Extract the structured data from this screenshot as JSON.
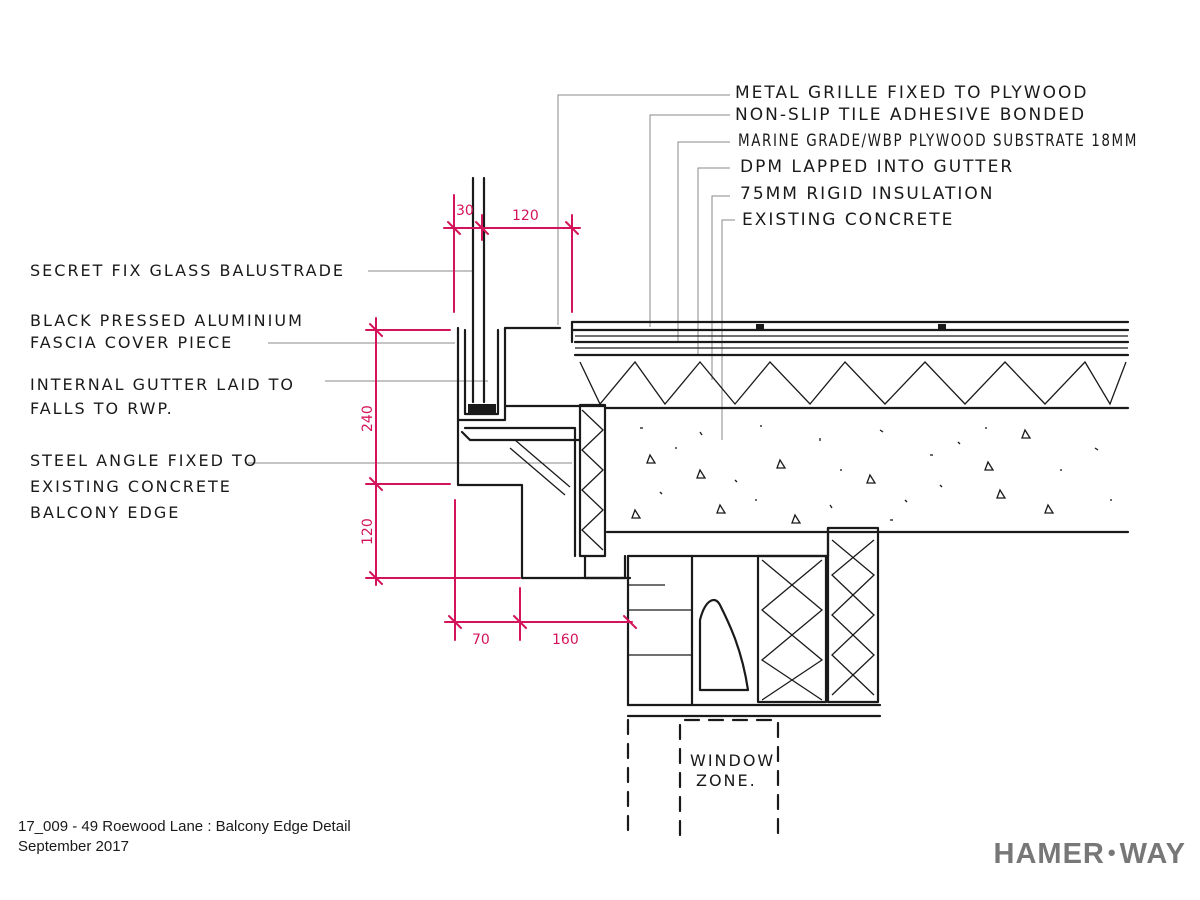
{
  "annotations_right": [
    "METAL GRILLE FIXED TO PLYWOOD",
    "NON-SLIP TILE ADHESIVE BONDED",
    "MARINE GRADE/WBP PLYWOOD SUBSTRATE 18MM",
    "DPM LAPPED INTO GUTTER",
    "75MM RIGID INSULATION",
    "EXISTING CONCRETE"
  ],
  "annotations_left": {
    "balustrade": [
      "SECRET FIX GLASS BALUSTRADE"
    ],
    "fascia": [
      "BLACK PRESSED ALUMINIUM",
      "FASCIA COVER PIECE"
    ],
    "gutter": [
      "INTERNAL GUTTER LAID TO",
      "FALLS TO RWP."
    ],
    "angle": [
      "STEEL ANGLE FIXED TO",
      "EXISTING CONCRETE",
      "BALCONY EDGE"
    ]
  },
  "dimensions": {
    "glass_zone": "30",
    "glass_to_edge": "120",
    "fascia_height": "240",
    "angle_drop": "120",
    "lower_offset": "70",
    "lower_return": "160"
  },
  "window_label": [
    "WINDOW",
    "ZONE."
  ],
  "footer": {
    "project": "17_009 - 49 Roewood Lane : Balcony Edge Detail",
    "date": "September 2017"
  },
  "brand": {
    "left": "HAMER",
    "dot": "•",
    "right": "WAY"
  },
  "colors": {
    "ink": "#1a1a1a",
    "dimension": "#d4145a",
    "leader": "#8a8a8a",
    "brand": "#777777"
  }
}
